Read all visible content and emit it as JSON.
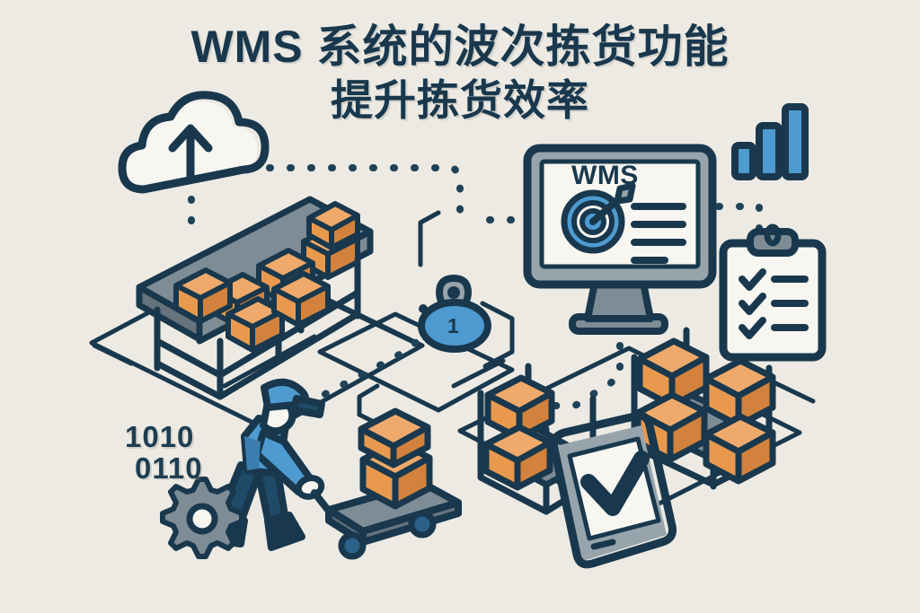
{
  "meta": {
    "background_color": "#ECEAE3",
    "ink_color": "#19384D",
    "accent_blue": "#4E9BD1",
    "accent_orange": "#E9994E",
    "gray_metal": "#7E8C96"
  },
  "title": {
    "line1": "WMS 系统的波次拣货功能",
    "line2": "提升拣货效率"
  },
  "monitor": {
    "screen_label": "WMS",
    "icon": "target-dartboard-icon",
    "text_line_count": 4
  },
  "waypoint_badge": {
    "value": "1"
  },
  "binary_code": {
    "row1": "1010",
    "row2": "0110"
  },
  "icons": {
    "cloud": "cloud-upload-icon",
    "bar_chart": "bar-chart-icon",
    "clipboard": "clipboard-checklist-icon",
    "gear": "gear-icon",
    "tablet": "tablet-checkmark-icon",
    "worker": "warehouse-worker-with-cart",
    "racks": "pallet-racking-with-boxes",
    "floor": "isometric-warehouse-floorplan",
    "path": "dotted-picking-path"
  },
  "chart_data": {
    "type": "bar",
    "categories": [
      "1",
      "2",
      "3"
    ],
    "values": [
      1,
      2,
      3
    ],
    "title": "",
    "xlabel": "",
    "ylabel": "",
    "ylim": [
      0,
      3
    ]
  }
}
